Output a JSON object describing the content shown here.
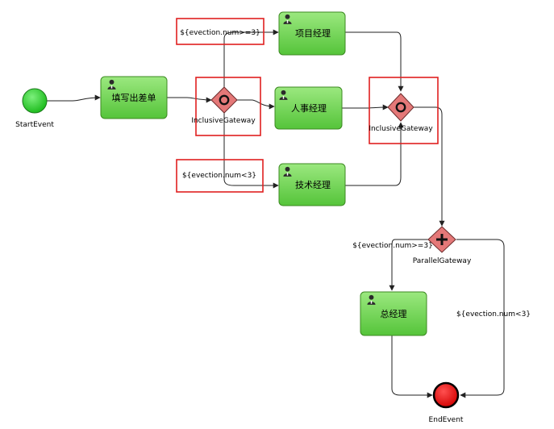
{
  "events": {
    "start_label": "StartEvent",
    "end_label": "EndEvent",
    "start_color": "#2fd12f",
    "end_color": "#e30000"
  },
  "tasks": {
    "t1": "填写出差单",
    "t2": "项目经理",
    "t3": "人事经理",
    "t4": "技术经理",
    "t5": "总经理"
  },
  "gateways": {
    "g1": "InclusiveGateway",
    "g2": "InclusiveGateway",
    "g3": "ParallelGateway"
  },
  "conditions": {
    "c1": "${evection.num>=3}",
    "c2": "${evection.num<3}",
    "c3": "${evection.num>=3}",
    "c4": "${evection.num<3}"
  },
  "colors": {
    "task_fill_top": "#9be87f",
    "task_fill_bottom": "#55c43a",
    "gateway_fill": "#e47878",
    "highlight": "#e02020"
  },
  "icons": {
    "task": "user-icon",
    "inclusive": "circle-marker-icon",
    "parallel": "plus-marker-icon"
  }
}
